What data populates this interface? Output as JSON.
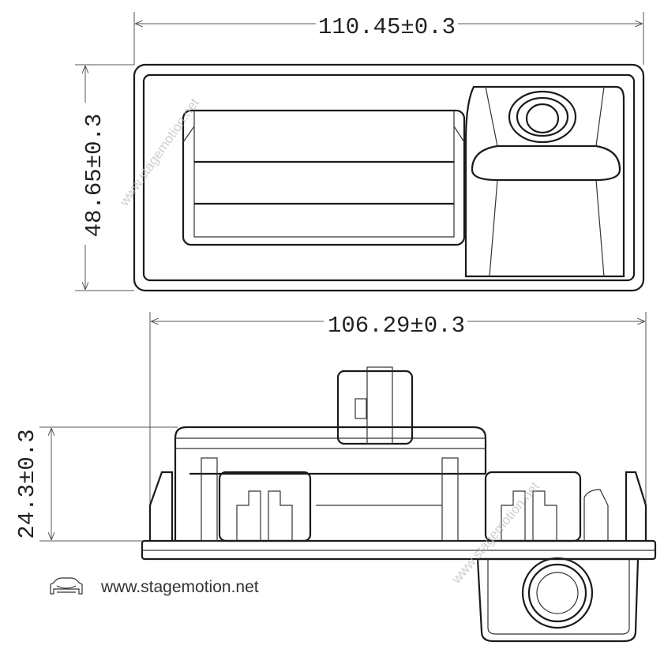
{
  "dimensions": {
    "top_width": "110.45±0.3",
    "top_height": "48.65±0.3",
    "bottom_width": "106.29±0.3",
    "bottom_height": "24.3±0.3"
  },
  "brand": {
    "logo_icon": "car-front-icon",
    "url": "www.stagemotion.net"
  },
  "watermark": "www.stagemotion.net",
  "colors": {
    "line": "#1a1a1a",
    "watermark": "#bbbbbb"
  }
}
